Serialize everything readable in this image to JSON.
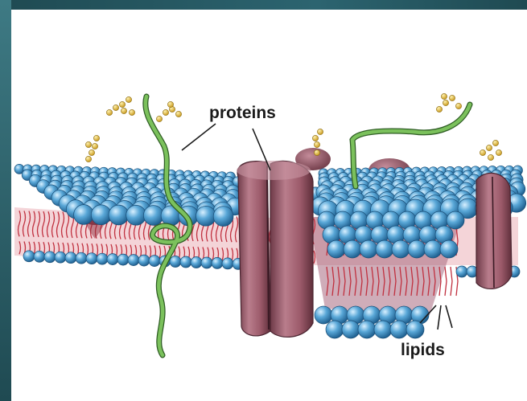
{
  "labels": {
    "proteins": "proteins",
    "lipids": "lipids"
  },
  "colors": {
    "frame": "#2f5a63",
    "slide_background": "#ffffff",
    "lipid_head": "#4f9ecc",
    "lipid_tail": "#c0303f",
    "protein": "#9c5a6a",
    "carbohydrate_chain": "#e8c24a",
    "glycoprotein_strand": "#6aa84f"
  },
  "icons": [
    "phospholipid-head",
    "transmembrane-protein",
    "peripheral-protein",
    "carbohydrate-chain",
    "glycoprotein-strand"
  ]
}
